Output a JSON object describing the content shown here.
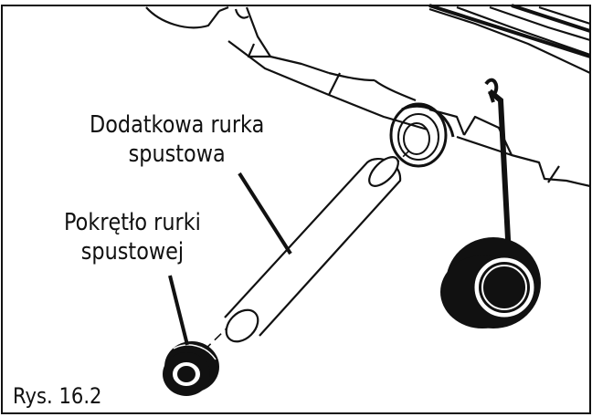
{
  "figure": {
    "number_label": "Rys. 16.2",
    "callouts": {
      "extra_drain_tube": {
        "line1": "Dodatkowa rurka",
        "line2": "spustowa"
      },
      "drain_tube_knob": {
        "line1": "Pokrętło rurki",
        "line2": "spustowej"
      }
    },
    "colors": {
      "ink": "#111111",
      "paper": "#ffffff"
    }
  }
}
